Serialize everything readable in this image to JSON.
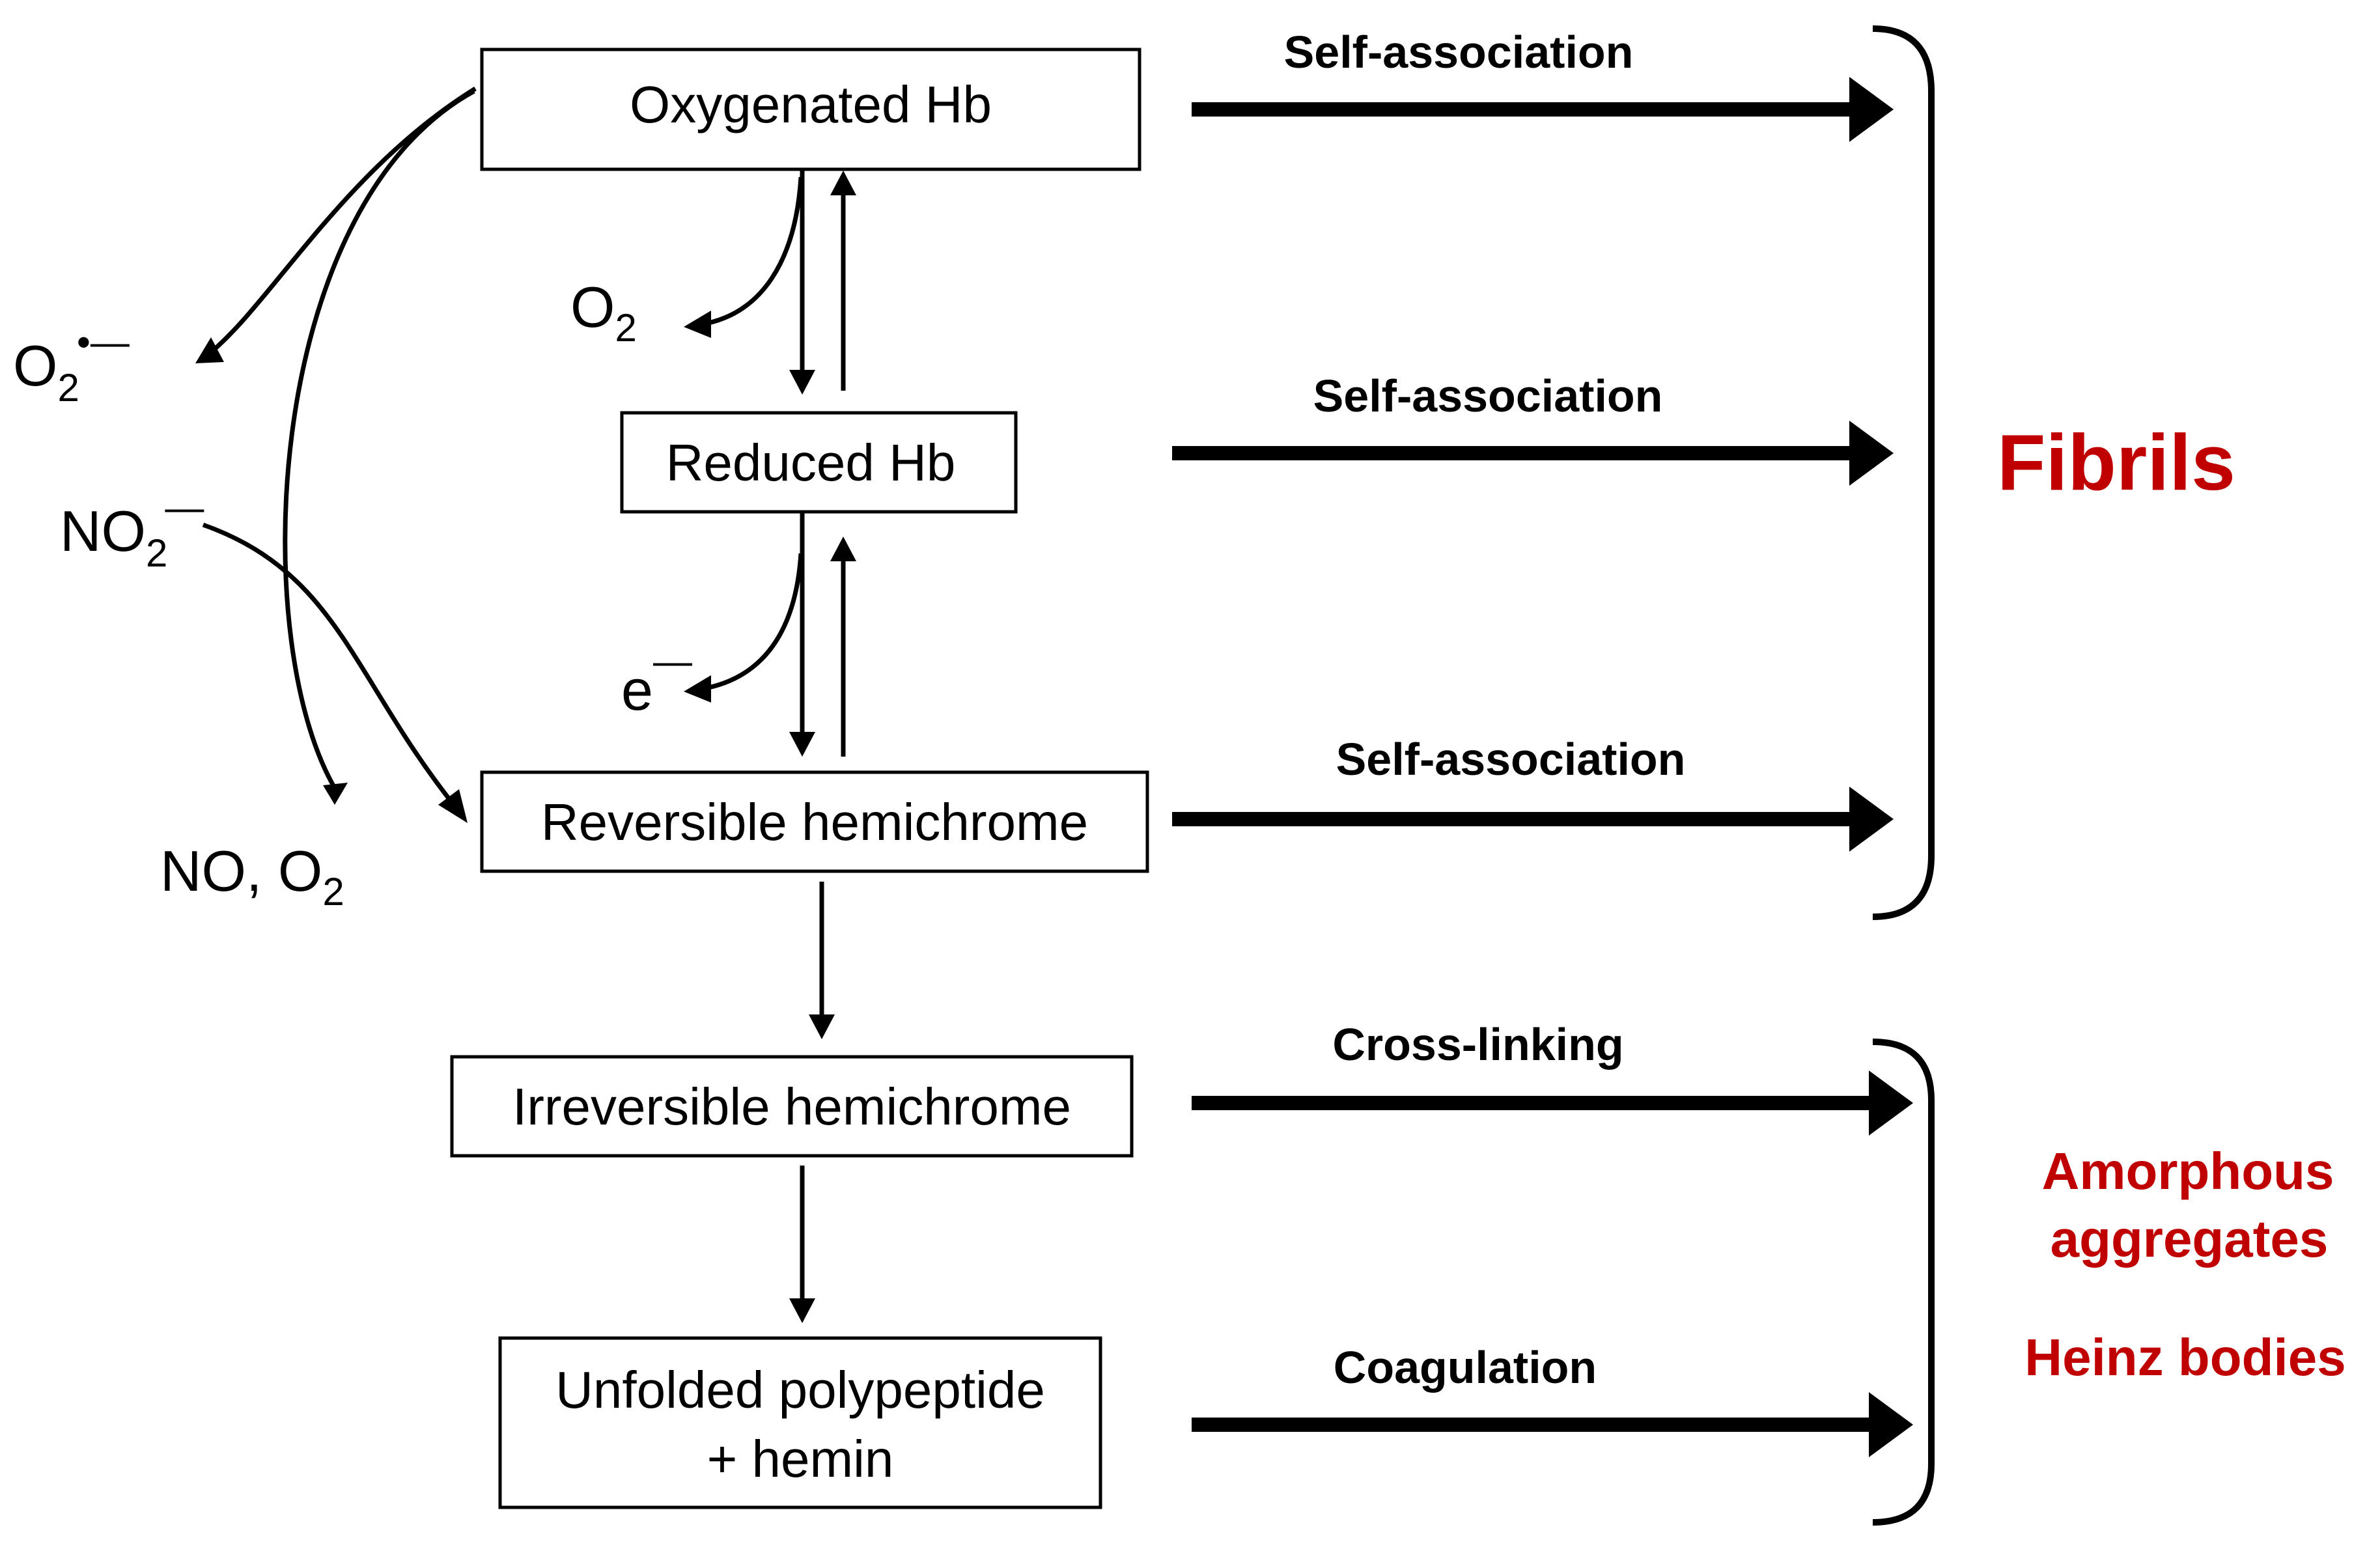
{
  "states": {
    "oxygenated": "Oxygenated Hb",
    "reduced": "Reduced Hb",
    "reversible": "Reversible hemichrome",
    "irreversible": "Irreversible hemichrome",
    "unfolded_line1": "Unfolded polypeptide",
    "unfolded_line2": "+ hemin"
  },
  "processes": {
    "self_association_1": "Self-association",
    "self_association_2": "Self-association",
    "self_association_3": "Self-association",
    "cross_linking": "Cross-linking",
    "coagulation": "Coagulation"
  },
  "species": {
    "o2_released": "O",
    "o2_released_sub": "2",
    "superoxide": "O",
    "superoxide_sub": "2",
    "superoxide_sup": "•—",
    "nitrite": "NO",
    "nitrite_sub": "2",
    "nitrite_sup": "—",
    "electron": "e",
    "electron_sup": "—",
    "products_text": "NO, O",
    "products_sub": "2"
  },
  "outcomes": {
    "fibrils": "Fibrils",
    "amorphous_line1": "Amorphous",
    "amorphous_line2": "aggregates",
    "heinz": "Heinz bodies"
  },
  "colors": {
    "outcome_red": "#c00000",
    "line": "#000000"
  }
}
